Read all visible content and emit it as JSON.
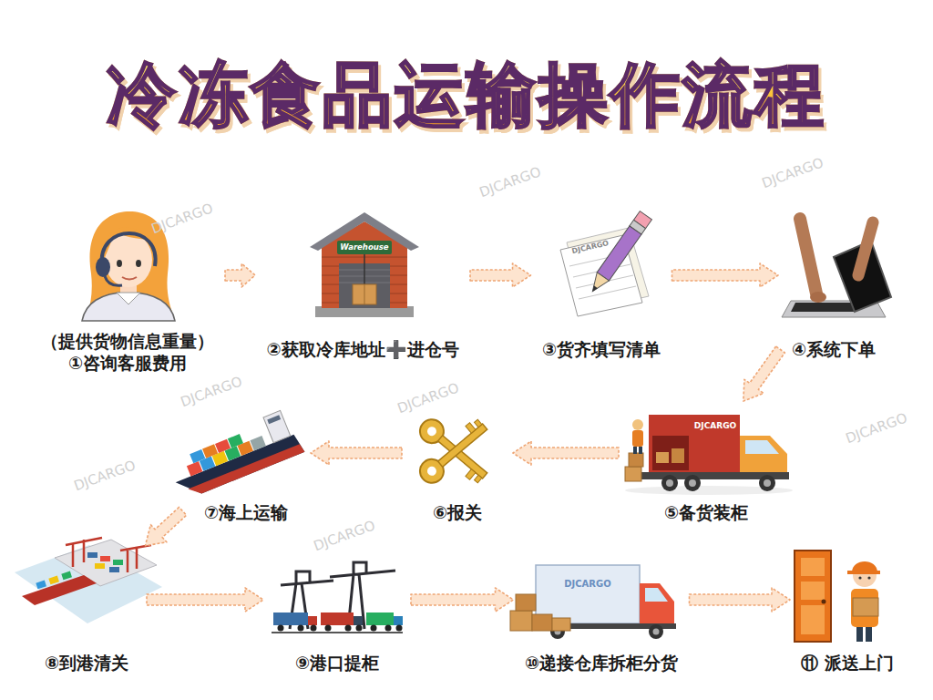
{
  "diagram": {
    "title": "冷冻食品运输操作流程",
    "nodes": [
      {
        "text": [
          "（提供货物信息重量）",
          "①咨询客服费用"
        ]
      },
      {
        "text": [
          "②获取冷库地址➕进仓号"
        ]
      },
      {
        "text": [
          "③货齐填写清单"
        ]
      },
      {
        "text": [
          "④系统下单"
        ]
      },
      {
        "text": [
          "⑤备货装柜"
        ]
      },
      {
        "text": [
          "⑥报关"
        ]
      },
      {
        "text": [
          "⑦海上运输"
        ]
      },
      {
        "text": [
          "⑧到港清关"
        ]
      },
      {
        "text": [
          "⑨港口提柜"
        ]
      },
      {
        "text": [
          "⑩递接仓库拆柜分货"
        ]
      },
      {
        "text": [
          "⑪ 派送上门"
        ]
      }
    ],
    "edges": [
      {
        "from": 0,
        "to": 1,
        "arrow": "to"
      },
      {
        "from": 1,
        "to": 2,
        "arrow": "to"
      },
      {
        "from": 2,
        "to": 3,
        "arrow": "to"
      },
      {
        "from": 3,
        "to": 4,
        "arrow": "to"
      },
      {
        "from": 4,
        "to": 5,
        "arrow": "to"
      },
      {
        "from": 5,
        "to": 6,
        "arrow": "to"
      },
      {
        "from": 6,
        "to": 7,
        "arrow": "to"
      },
      {
        "from": 7,
        "to": 8,
        "arrow": "to"
      },
      {
        "from": 8,
        "to": 9,
        "arrow": "to"
      },
      {
        "from": 9,
        "to": 10,
        "arrow": "to"
      }
    ],
    "labels": [
      "Warehouse",
      "DJCARGO",
      "DJCARGO",
      "DJCARGO",
      "DJCARGO",
      "DJCARGO",
      "DJCARGO",
      "DJCARGO",
      "DJCARGO",
      "DJCARGO",
      "DJCARGO",
      "DJCARGO"
    ]
  }
}
